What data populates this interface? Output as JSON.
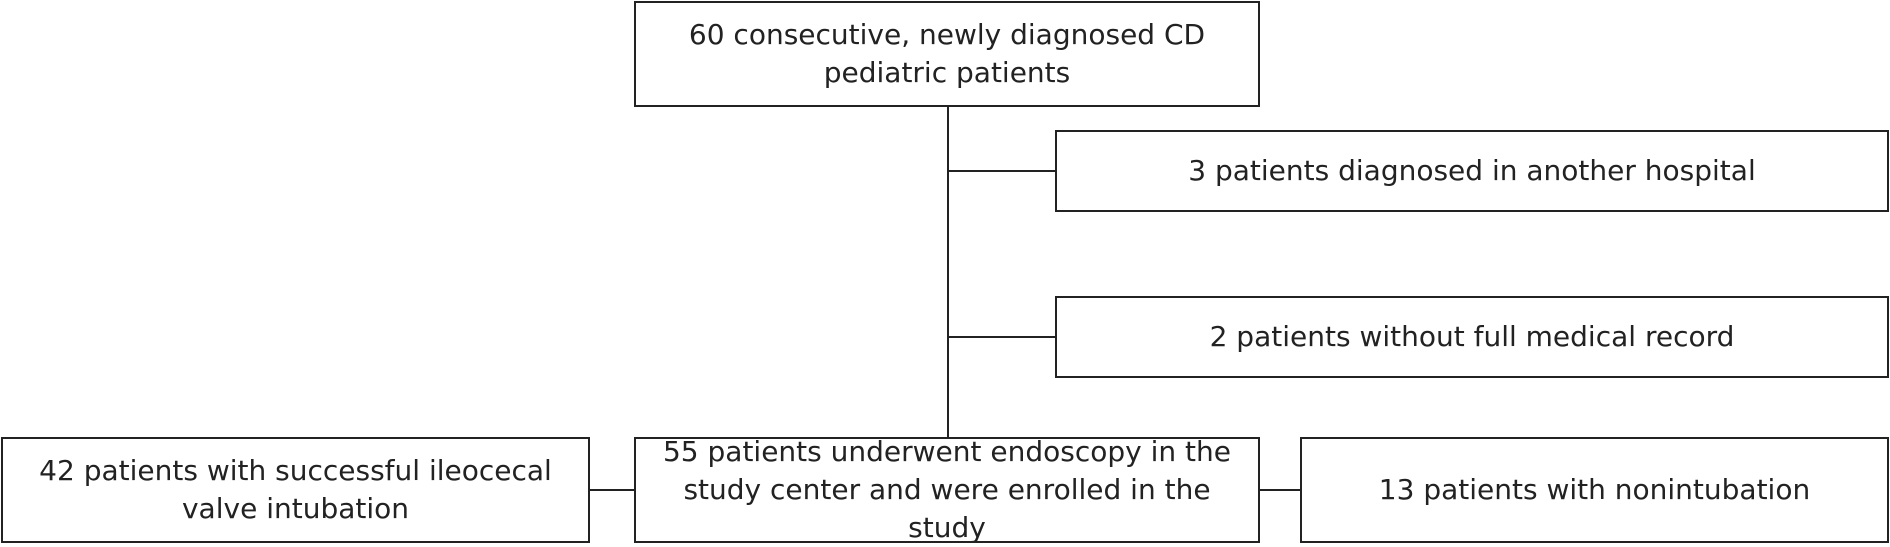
{
  "flowchart": {
    "top_box": "60 consecutive, newly diagnosed CD pediatric patients",
    "exclusion_1": "3 patients diagnosed in another hospital",
    "exclusion_2": "2 patients without full medical record",
    "enrolled": "55 patients underwent endoscopy in the study center and were enrolled in the study",
    "successful": "42 patients with successful ileocecal valve intubation",
    "nonintubation": "13 patients with nonintubation"
  },
  "colors": {
    "stroke": "#222222",
    "box_fill": "#ffffff",
    "text": "#222222"
  }
}
